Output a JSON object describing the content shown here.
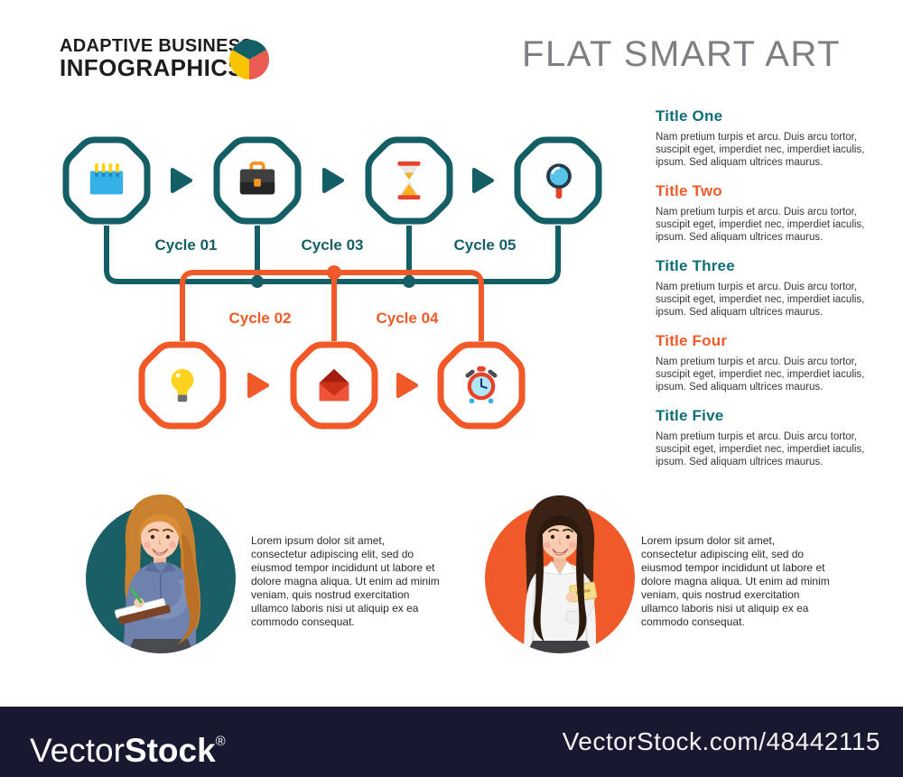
{
  "brand": {
    "line1": "ADAPTIVE BUSINESS",
    "line2": "INFOGRAPHICS",
    "pie_icon": "pie-chart-icon",
    "pie_colors": {
      "teal": "#145F66",
      "red": "#EA5B52",
      "yellow": "#F8C500"
    }
  },
  "page_title": "FLAT SMART ART",
  "theme": {
    "teal": "#145F66",
    "teal_heading": "#0D6E78",
    "orange": "#F15A28",
    "title_gray": "#7D7F83",
    "footer_navy": "#181930",
    "left_avatar_bg": "#1A5F66",
    "right_avatar_bg": "#F05A28"
  },
  "diagram": {
    "top_row": {
      "nodes": [
        {
          "icon": "calendar-icon"
        },
        {
          "icon": "briefcase-icon"
        },
        {
          "icon": "hourglass-icon"
        },
        {
          "icon": "magnifier-icon"
        }
      ],
      "labels": [
        "Cycle 01",
        "Cycle 03",
        "Cycle 05"
      ]
    },
    "bottom_row": {
      "nodes": [
        {
          "icon": "lightbulb-icon"
        },
        {
          "icon": "envelope-icon"
        },
        {
          "icon": "alarm-clock-icon"
        }
      ],
      "labels": [
        "Cycle 02",
        "Cycle 04"
      ]
    }
  },
  "sections": [
    {
      "title": "Title One",
      "color": "teal",
      "body": "Nam pretium turpis et arcu. Duis arcu tortor, suscipit eget, imperdiet nec, imperdiet iaculis, ipsum. Sed aliquam ultrices maurus."
    },
    {
      "title": "Title Two",
      "color": "orange",
      "body": "Nam pretium turpis et arcu. Duis arcu tortor, suscipit eget, imperdiet nec, imperdiet iaculis, ipsum. Sed aliquam ultrices maurus."
    },
    {
      "title": "Title Three",
      "color": "teal",
      "body": "Nam pretium turpis et arcu. Duis arcu tortor, suscipit eget, imperdiet nec, imperdiet iaculis, ipsum. Sed aliquam ultrices maurus."
    },
    {
      "title": "Title Four",
      "color": "orange",
      "body": "Nam pretium turpis et arcu. Duis arcu tortor, suscipit eget, imperdiet nec, imperdiet iaculis, ipsum. Sed aliquam ultrices maurus."
    },
    {
      "title": "Title Five",
      "color": "teal",
      "body": "Nam pretium turpis et arcu. Duis arcu tortor, suscipit eget, imperdiet nec, imperdiet iaculis, ipsum. Sed aliquam ultrices maurus."
    }
  ],
  "profiles": [
    {
      "avatar": "businesswoman-writing-avatar",
      "body": "Lorem ipsum dolor sit amet, consectetur adipiscing elit, sed do eiusmod tempor incididunt ut labore et dolore magna aliqua. Ut enim ad minim veniam, quis nostrud exercitation ullamco laboris nisi ut aliquip ex ea commodo consequat."
    },
    {
      "avatar": "businesswoman-card-avatar",
      "body": "Lorem ipsum dolor sit amet, consectetur adipiscing elit, sed do eiusmod tempor incididunt ut labore et dolore magna aliqua. Ut enim ad minim veniam, quis nostrud exercitation ullamco laboris nisi ut aliquip ex ea commodo consequat."
    }
  ],
  "footer": {
    "brand_regular": "Vector",
    "brand_bold": "Stock",
    "registered_mark": "®",
    "url": "VectorStock.com/48442115"
  }
}
